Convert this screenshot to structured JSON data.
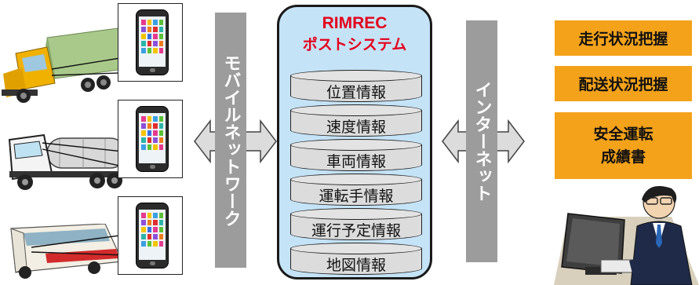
{
  "system": {
    "title_line1": "RIMREC",
    "title_line2": "ポストシステム",
    "databases": [
      {
        "label": "位置情報"
      },
      {
        "label": "速度情報"
      },
      {
        "label": "車両情報"
      },
      {
        "label": "運転手情報"
      },
      {
        "label": "運行予定情報"
      },
      {
        "label": "地図情報"
      }
    ]
  },
  "mobile_network_label": "モバイルネットワーク",
  "internet_label": "インターネット",
  "reports": [
    {
      "label": "走行状況把握"
    },
    {
      "label": "配送状況把握"
    },
    {
      "label_line1": "安全運転",
      "label_line2": "成績書"
    }
  ],
  "vehicles": [
    "truck-icon",
    "tanker-truck-icon",
    "bus-icon"
  ],
  "colors": {
    "system_bg": "#c5e3f7",
    "title_red": "#e4001b",
    "banner_grey": "#9c9c9c",
    "report_orange": "#f4a21a",
    "cylinder_grey": "#dcdcdc"
  }
}
